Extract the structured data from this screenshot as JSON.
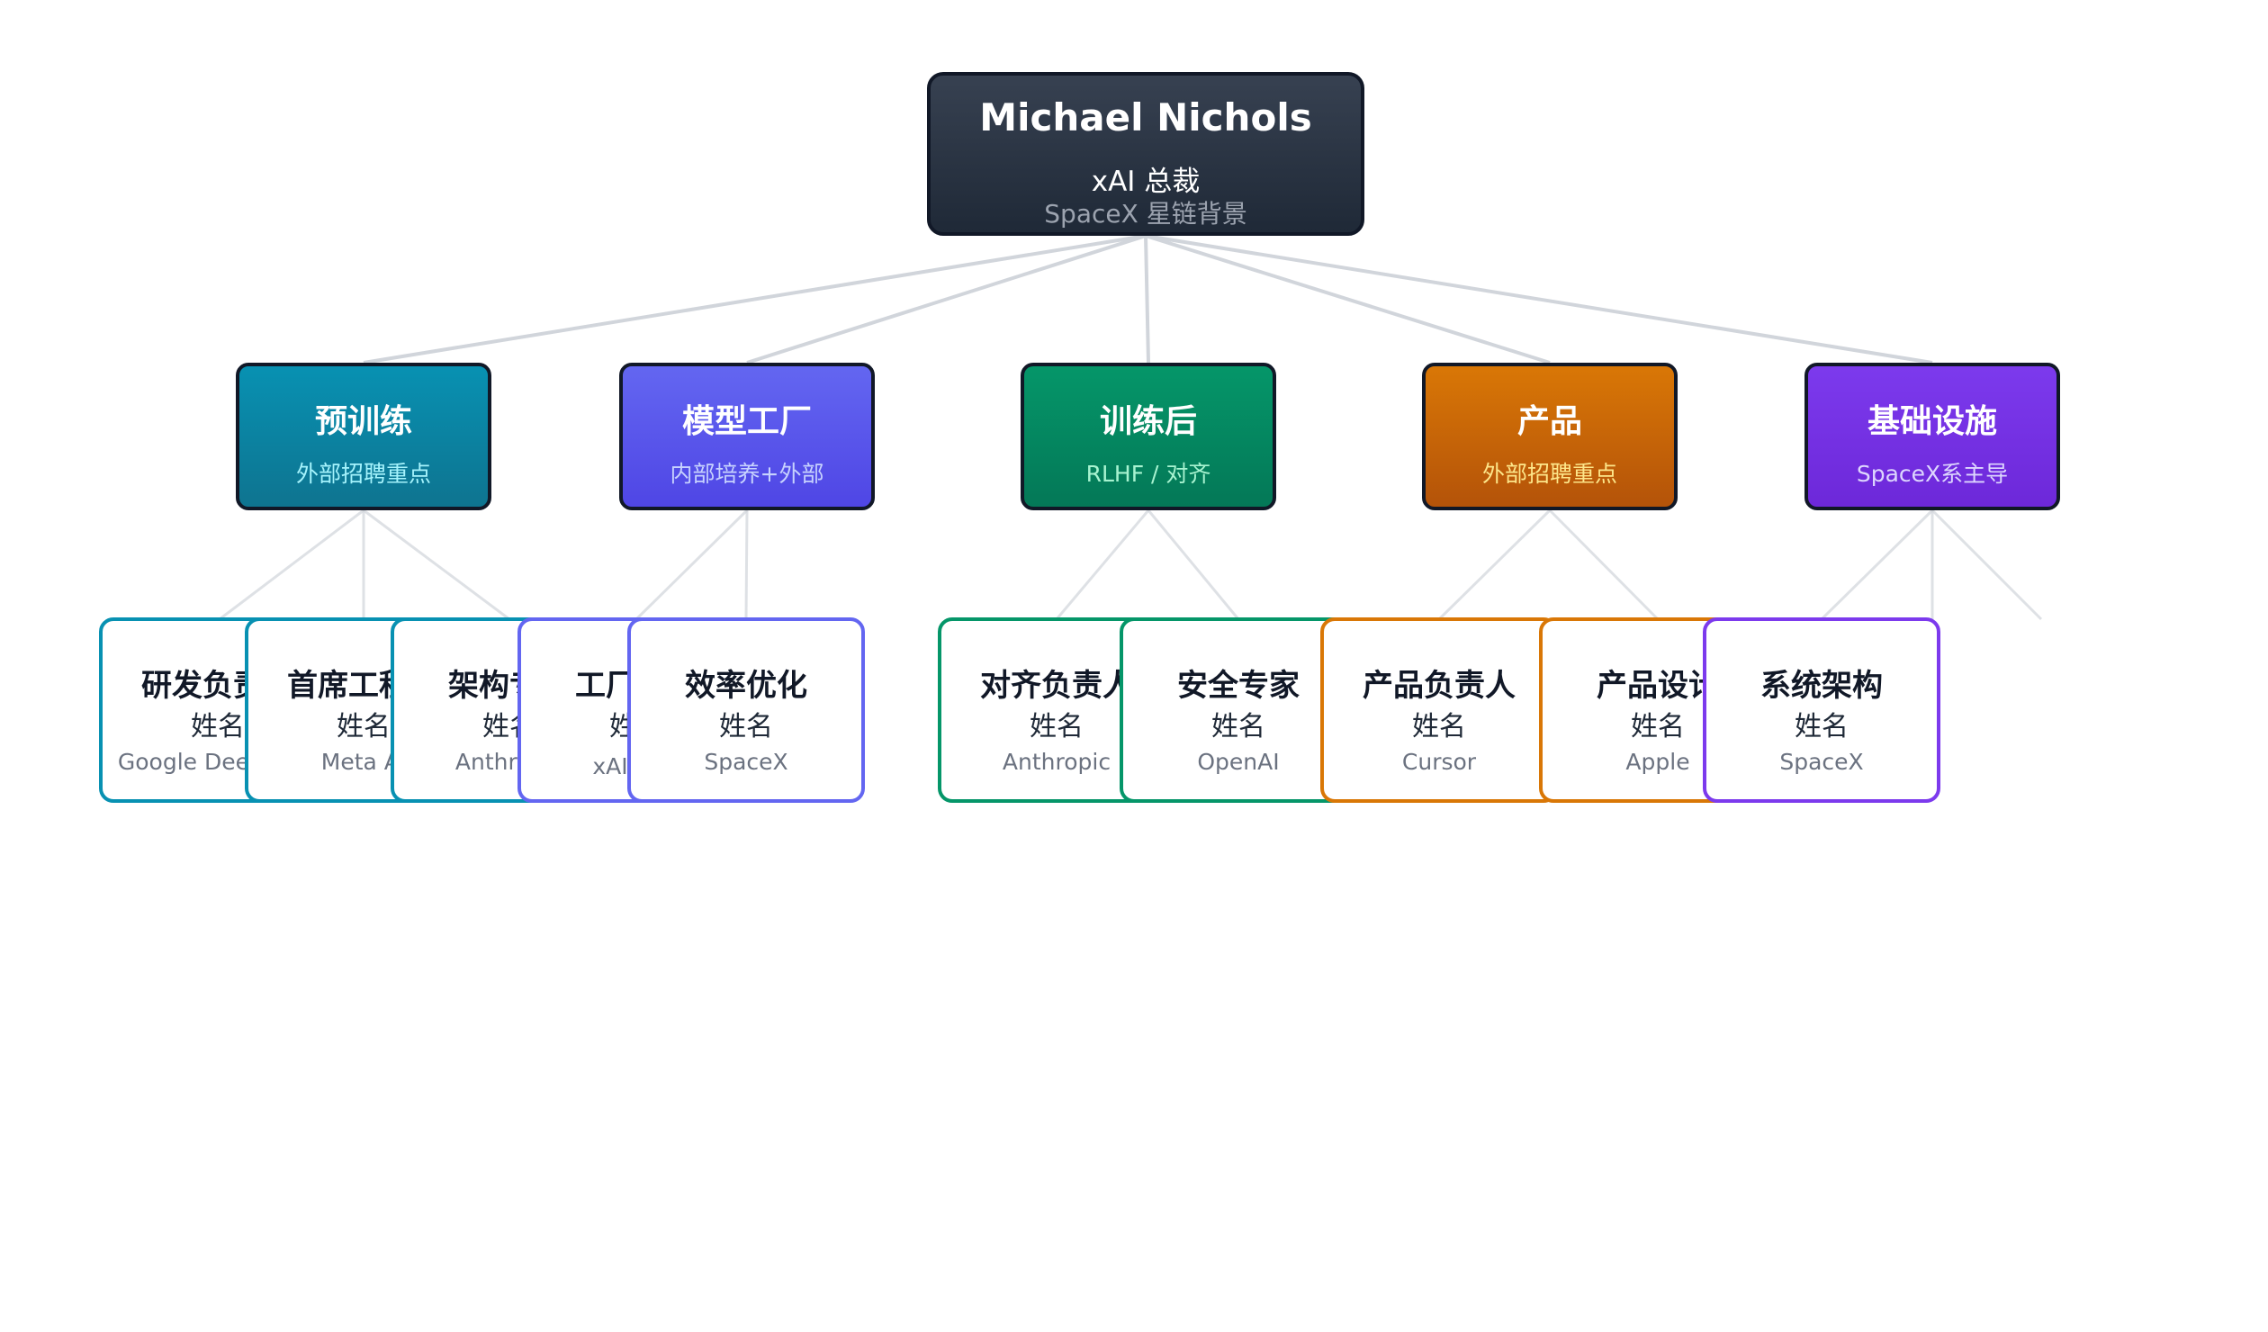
{
  "root": {
    "name": "Michael Nichols",
    "title": "xAI 总裁",
    "background": "SpaceX 星链背景"
  },
  "colors": {
    "root_fill": "#1f2937",
    "connector": "#d1d5db",
    "pretraining": "#0891b2",
    "model_factory": "#6366f1",
    "post_training": "#059669",
    "product": "#d97706",
    "infrastructure": "#7c3aed"
  },
  "departments": [
    {
      "label": "预训练",
      "subtitle": "外部招聘重点",
      "color_key": "pretraining"
    },
    {
      "label": "模型工厂",
      "subtitle": "内部培养+外部",
      "color_key": "model_factory"
    },
    {
      "label": "训练后",
      "subtitle": "RLHF / 对齐",
      "color_key": "post_training"
    },
    {
      "label": "产品",
      "subtitle": "外部招聘重点",
      "color_key": "product"
    },
    {
      "label": "基础设施",
      "subtitle": "SpaceX系主导",
      "color_key": "infrastructure"
    }
  ],
  "people": [
    {
      "role": "研发负责人",
      "name": "姓名",
      "org": "Google DeepMind",
      "dept": 0
    },
    {
      "role": "首席工程师",
      "name": "姓名",
      "org": "Meta AI",
      "dept": 0
    },
    {
      "role": "架构专家",
      "name": "姓名",
      "org": "Anthropic",
      "dept": 0
    },
    {
      "role": "工厂主管",
      "name": "姓名",
      "org": "xAI 内部",
      "dept": 1
    },
    {
      "role": "效率优化",
      "name": "姓名",
      "org": "SpaceX",
      "dept": 1
    },
    {
      "role": "对齐负责人",
      "name": "姓名",
      "org": "Anthropic",
      "dept": 2
    },
    {
      "role": "安全专家",
      "name": "姓名",
      "org": "OpenAI",
      "dept": 2
    },
    {
      "role": "产品负责人",
      "name": "姓名",
      "org": "Cursor",
      "dept": 3
    },
    {
      "role": "产品设计",
      "name": "姓名",
      "org": "Apple",
      "dept": 3
    },
    {
      "role": "系统架构",
      "name": "姓名",
      "org": "SpaceX",
      "dept": 4
    }
  ]
}
